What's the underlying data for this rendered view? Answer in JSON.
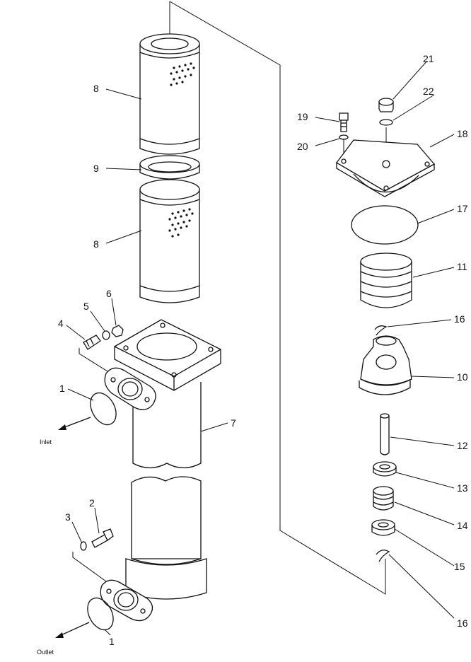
{
  "parts": [
    {
      "id": "p1a",
      "num": "1",
      "name": "o-ring-inlet"
    },
    {
      "id": "p1b",
      "num": "1",
      "name": "o-ring-outlet"
    },
    {
      "id": "p2",
      "num": "2",
      "name": "bolt-outlet"
    },
    {
      "id": "p3",
      "num": "3",
      "name": "washer-outlet"
    },
    {
      "id": "p4",
      "num": "4",
      "name": "stud-inlet"
    },
    {
      "id": "p5",
      "num": "5",
      "name": "washer-inlet"
    },
    {
      "id": "p6",
      "num": "6",
      "name": "nut-inlet"
    },
    {
      "id": "p7",
      "num": "7",
      "name": "filter-case"
    },
    {
      "id": "p8a",
      "num": "8",
      "name": "filter-element-upper"
    },
    {
      "id": "p8b",
      "num": "8",
      "name": "filter-element-lower"
    },
    {
      "id": "p9",
      "num": "9",
      "name": "element-spacer"
    },
    {
      "id": "p10",
      "num": "10",
      "name": "valve-body"
    },
    {
      "id": "p11",
      "num": "11",
      "name": "main-spring"
    },
    {
      "id": "p12",
      "num": "12",
      "name": "guide-pin"
    },
    {
      "id": "p13",
      "num": "13",
      "name": "spring-seat"
    },
    {
      "id": "p14",
      "num": "14",
      "name": "small-spring"
    },
    {
      "id": "p15",
      "num": "15",
      "name": "valve-seat"
    },
    {
      "id": "p16a",
      "num": "16",
      "name": "pin-upper"
    },
    {
      "id": "p16b",
      "num": "16",
      "name": "pin-lower"
    },
    {
      "id": "p17",
      "num": "17",
      "name": "cover-o-ring"
    },
    {
      "id": "p18",
      "num": "18",
      "name": "cover"
    },
    {
      "id": "p19",
      "num": "19",
      "name": "cover-bolt"
    },
    {
      "id": "p20",
      "num": "20",
      "name": "cover-washer"
    },
    {
      "id": "p21",
      "num": "21",
      "name": "plug"
    },
    {
      "id": "p22",
      "num": "22",
      "name": "plug-o-ring"
    }
  ],
  "ports": {
    "inlet": "Inlet",
    "outlet": "Outlet"
  }
}
